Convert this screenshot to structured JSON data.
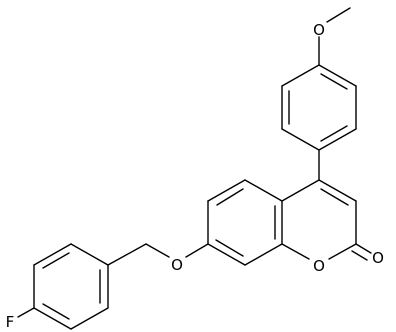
{
  "molecule": {
    "atom_labels": {
      "methoxy_oxygen": "O",
      "ether_oxygen": "O",
      "ring_oxygen": "O",
      "carbonyl_oxygen": "O",
      "fluorine": "F"
    }
  },
  "colors": {
    "bond": "#000000",
    "label": "#000000",
    "background": "#ffffff"
  }
}
